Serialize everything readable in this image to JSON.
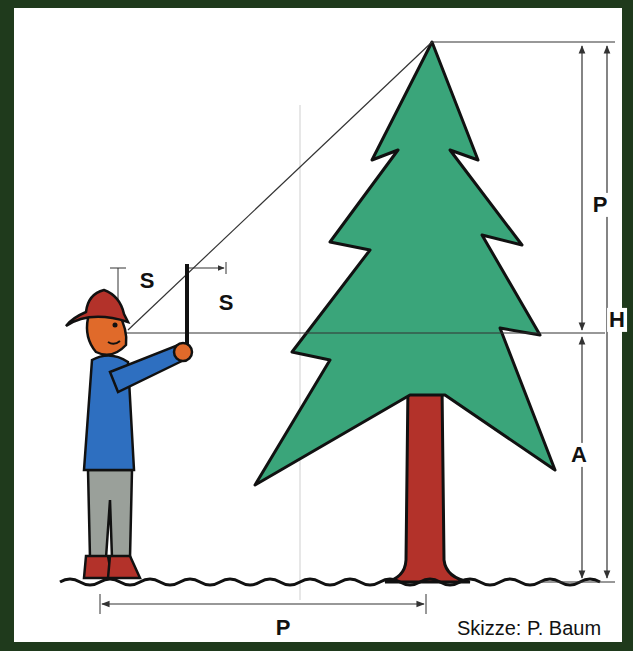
{
  "diagram": {
    "labels": [
      "S",
      "S",
      "P",
      "H",
      "A",
      "P",
      "Skizze: P. Baum"
    ]
  }
}
